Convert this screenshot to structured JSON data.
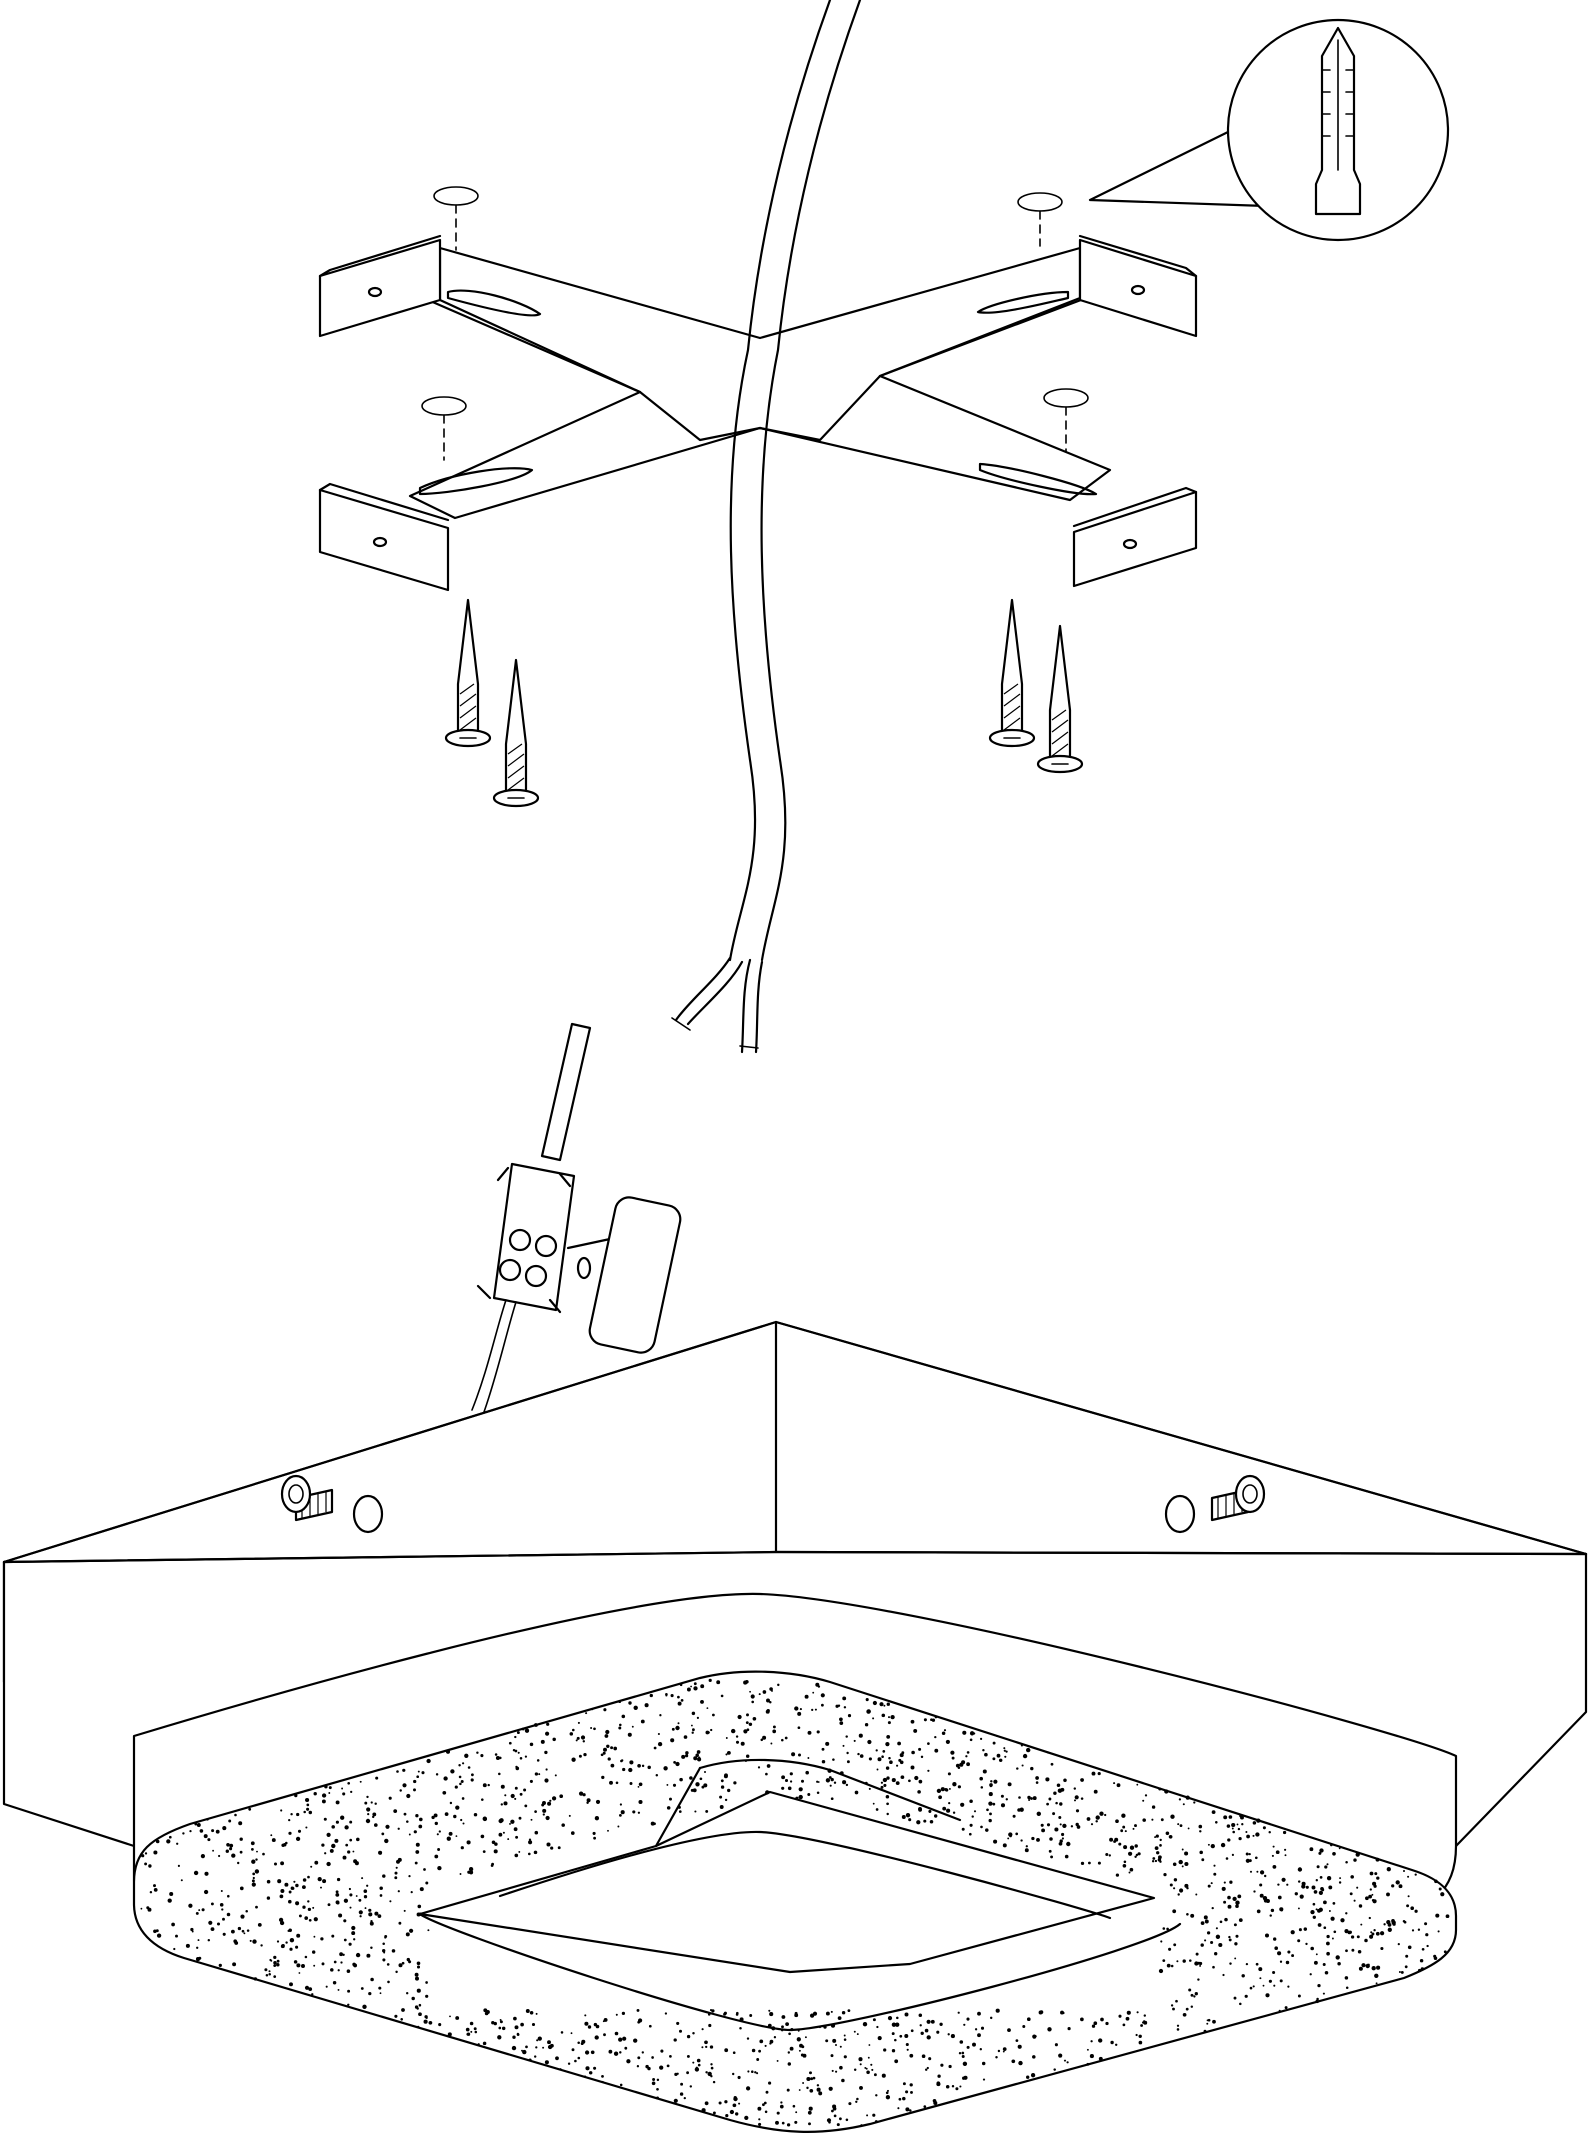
{
  "diagram": {
    "style": {
      "stroke": "#000000",
      "background": "#ffffff"
    },
    "parts": [
      {
        "name": "mounting-bracket",
        "kind": "x-shaped plate with four slotted arms"
      },
      {
        "name": "wall-plug",
        "kind": "dowel",
        "count": 4
      },
      {
        "name": "wall-plug-detail-callout",
        "kind": "magnified dowel"
      },
      {
        "name": "screw",
        "kind": "wood screw",
        "count": 4
      },
      {
        "name": "mains-cable",
        "kind": "two-wire cable"
      },
      {
        "name": "terminal-block",
        "kind": "connector with four screw terminals"
      },
      {
        "name": "led-driver",
        "kind": "driver box"
      },
      {
        "name": "lamp-housing",
        "kind": "square ceiling luminaire"
      },
      {
        "name": "fixing-screw",
        "kind": "machine screw",
        "count": 2
      },
      {
        "name": "diffuser-ring",
        "kind": "square frosted diffuser"
      }
    ]
  }
}
